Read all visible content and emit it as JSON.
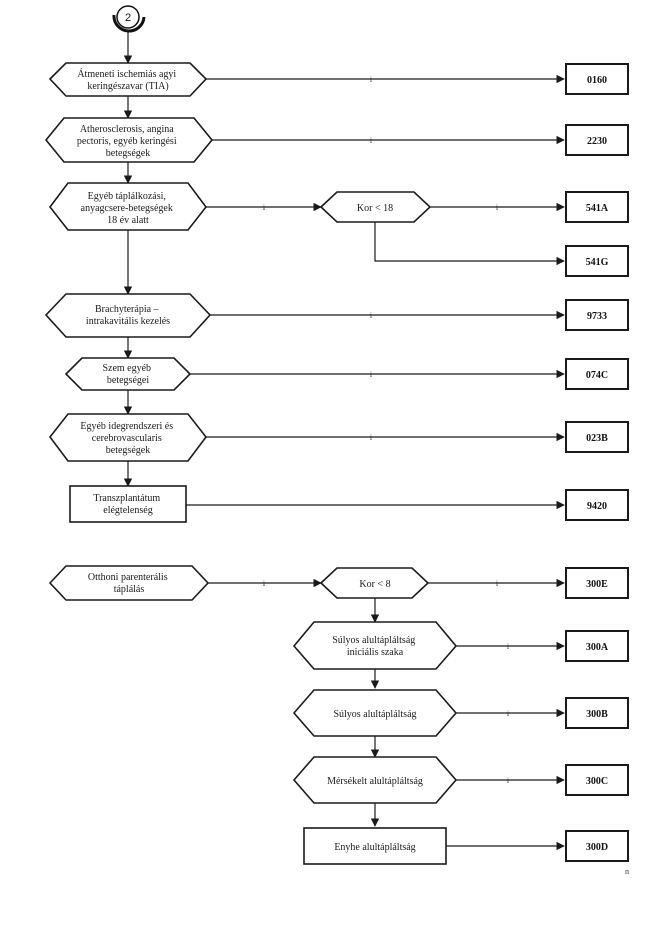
{
  "connector": {
    "label": "2"
  },
  "condition_label": "i",
  "nodes": {
    "tia": {
      "lines": [
        "Átmeneti ischemiás agyi",
        "keringészavar (TIA)"
      ]
    },
    "athero": {
      "lines": [
        "Atherosclerosis, angina",
        "pectoris, egyéb keringési",
        "betegségek"
      ]
    },
    "taplalkozasi": {
      "lines": [
        "Egyéb táplálkozási,",
        "anyagcsere-betegségek",
        "18 év alatt"
      ]
    },
    "kor18": {
      "lines": [
        "Kor < 18"
      ]
    },
    "brachy": {
      "lines": [
        "Brachyterápia –",
        "intrakavitális kezelés"
      ]
    },
    "szem": {
      "lines": [
        "Szem egyéb",
        "betegségei"
      ]
    },
    "ideg": {
      "lines": [
        "Egyéb idegrendszeri és",
        "cerebrovascularis",
        "betegségek"
      ]
    },
    "transz": {
      "lines": [
        "Transzplantátum",
        "elégtelenség"
      ]
    },
    "otthoni": {
      "lines": [
        "Otthoni parenterális",
        "táplálás"
      ]
    },
    "kor8": {
      "lines": [
        "Kor < 8"
      ]
    },
    "sulyos_ini": {
      "lines": [
        "Súlyos alultápláltság",
        "iniciális szaka"
      ]
    },
    "sulyos": {
      "lines": [
        "Súlyos alultápláltság"
      ]
    },
    "merseklet": {
      "lines": [
        "Mérsékelt alultápláltság"
      ]
    },
    "enyhe": {
      "lines": [
        "Enyhe alultápláltság"
      ]
    }
  },
  "codes": {
    "c0160": "0160",
    "c2230": "2230",
    "c541A": "541A",
    "c541G": "541G",
    "c9733": "9733",
    "c074C": "074C",
    "c023B": "023B",
    "c9420": "9420",
    "c300E": "300E",
    "c300A": "300A",
    "c300B": "300B",
    "c300C": "300C",
    "c300D": "300D"
  },
  "footnote": "n"
}
